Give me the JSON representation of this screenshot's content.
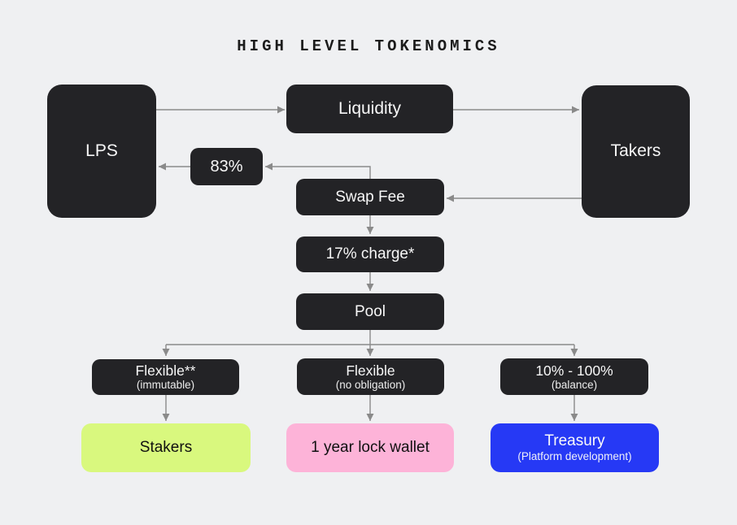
{
  "title": "HIGH LEVEL TOKENOMICS",
  "colors": {
    "background": "#eff0f2",
    "node_dark": "#232326",
    "arrow": "#8a8a8a",
    "stakers_bg": "#d9f87e",
    "lock_wallet_bg": "#fdb3d8",
    "treasury_bg": "#2639f5"
  },
  "nodes": {
    "lps": {
      "label": "LPS"
    },
    "liquidity": {
      "label": "Liquidity"
    },
    "takers": {
      "label": "Takers"
    },
    "pct83": {
      "label": "83%"
    },
    "swap_fee": {
      "label": "Swap Fee"
    },
    "charge": {
      "label": "17% charge*"
    },
    "pool": {
      "label": "Pool"
    },
    "flexible_immutable": {
      "label": "Flexible**",
      "sublabel": "(immutable)"
    },
    "flexible_no_obligation": {
      "label": "Flexible",
      "sublabel": "(no obligation)"
    },
    "balance": {
      "label": "10% - 100%",
      "sublabel": "(balance)"
    },
    "stakers": {
      "label": "Stakers"
    },
    "lock_wallet": {
      "label": "1 year lock wallet"
    },
    "treasury": {
      "label": "Treasury",
      "sublabel": "(Platform development)"
    }
  }
}
